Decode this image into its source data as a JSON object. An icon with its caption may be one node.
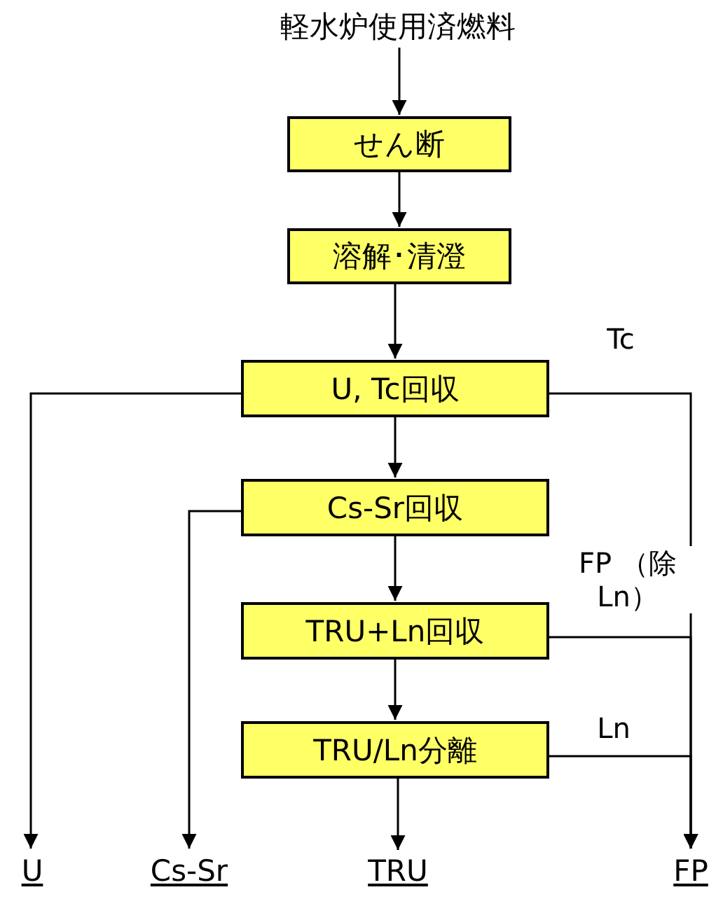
{
  "diagram": {
    "nodes": [
      {
        "text": [
          "軽水炉使用済燃料"
        ]
      },
      {
        "text": [
          "せん断"
        ]
      },
      {
        "text": [
          "溶解･清澄"
        ]
      },
      {
        "text": [
          "U, Tc回収"
        ]
      },
      {
        "text": [
          "Cs-Sr回収"
        ]
      },
      {
        "text": [
          "TRU+Ln回収"
        ]
      },
      {
        "text": [
          "TRU/Ln分離"
        ]
      },
      {
        "text": [
          "U"
        ]
      },
      {
        "text": [
          "Cs-Sr"
        ]
      },
      {
        "text": [
          "TRU"
        ]
      },
      {
        "text": [
          "FP"
        ]
      }
    ],
    "edges": [
      {
        "from": 0,
        "to": 1,
        "arrow": "to"
      },
      {
        "from": 1,
        "to": 2,
        "arrow": "to"
      },
      {
        "from": 2,
        "to": 3,
        "arrow": "to"
      },
      {
        "from": 3,
        "to": 7,
        "arrow": "to"
      },
      {
        "from": 3,
        "to": 10,
        "arrow": "to",
        "label": "Tc"
      },
      {
        "from": 3,
        "to": 4,
        "arrow": "to"
      },
      {
        "from": 4,
        "to": 8,
        "arrow": "to"
      },
      {
        "from": 4,
        "to": 5,
        "arrow": "to"
      },
      {
        "from": 5,
        "to": 10,
        "arrow": "to",
        "label": "FP （除Ln）"
      },
      {
        "from": 5,
        "to": 6,
        "arrow": "to"
      },
      {
        "from": 6,
        "to": 9,
        "arrow": "to"
      },
      {
        "from": 6,
        "to": 10,
        "arrow": "to",
        "label": "Ln"
      }
    ]
  }
}
